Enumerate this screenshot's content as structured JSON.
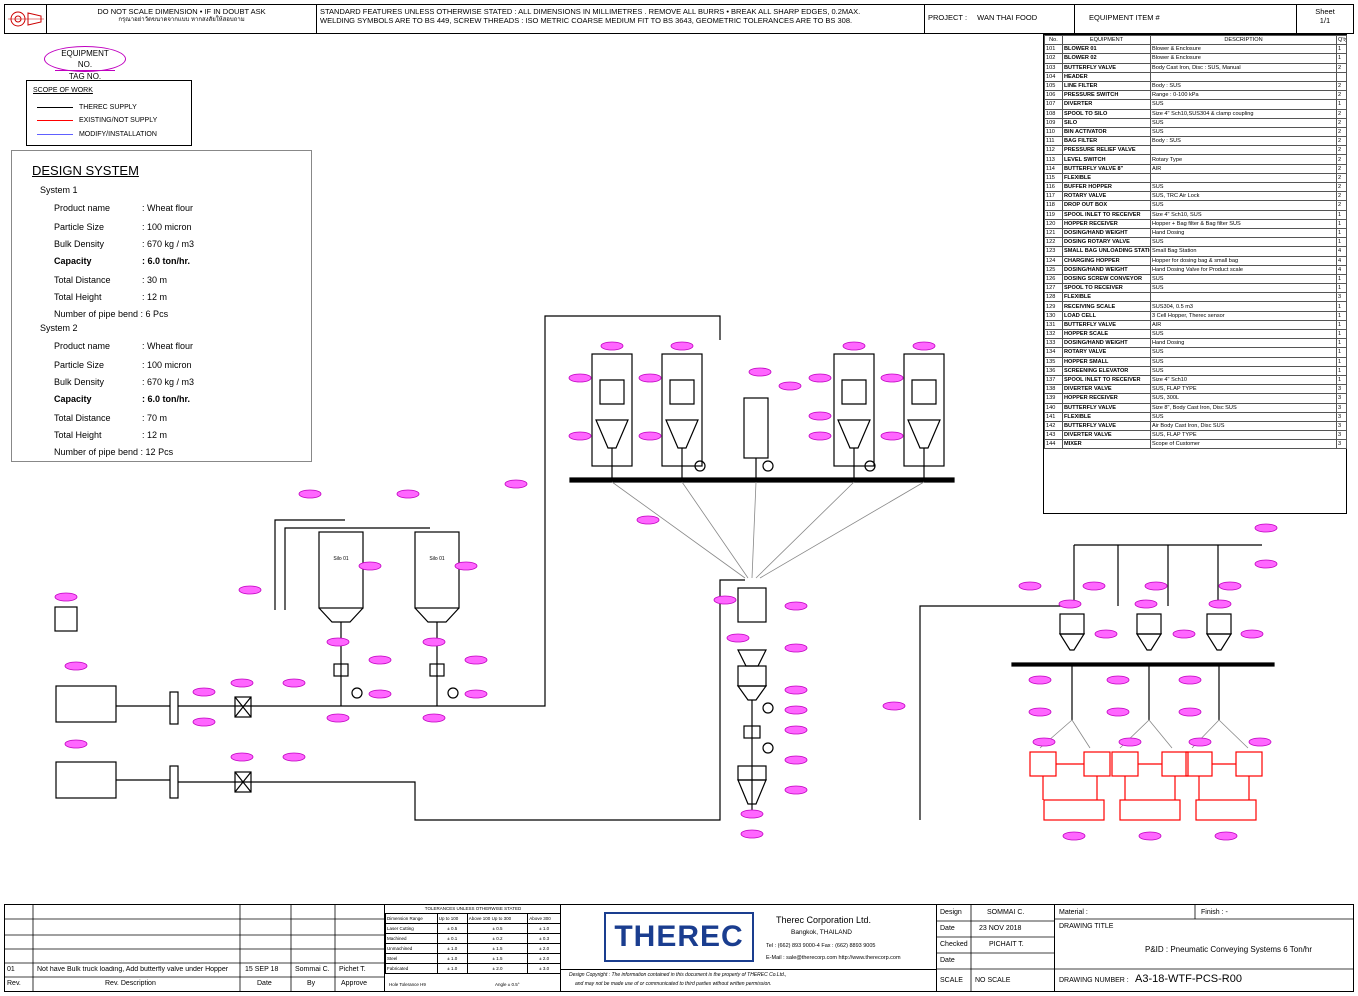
{
  "header": {
    "note1": "DO NOT SCALE DIMENSION • IF IN DOUBT ASK",
    "note1_th": "กรุณาอย่าวัดขนาดจากแบบ หากสงสัยให้สอบถาม",
    "standard_features": "STANDARD FEATURES UNLESS OTHERWISE STATED : ALL DIMENSIONS IN MILLIMETRES . REMOVE ALL BURRS • BREAK ALL SHARP EDGES, 0.2MAX.",
    "welding": "WELDING SYMBOLS ARE TO BS 449, SCREW THREADS : ISO METRIC COARSE MEDIUM FIT TO BS 3643, GEOMETRIC TOLERANCES ARE TO BS 308.",
    "project_label": "PROJECT :",
    "project_value": "WAN THAI FOOD",
    "equipment_label": "EQUIPMENT ITEM #",
    "sheet_label": "Sheet",
    "sheet_value": "1/1"
  },
  "legend_tag": {
    "line1": "EQUIPMENT NO.",
    "line2": "TAG NO."
  },
  "scope": {
    "title": "SCOPE OF WORK",
    "items": [
      {
        "label": "THEREC SUPPLY",
        "color": "#000000"
      },
      {
        "label": "EXISTING/NOT  SUPPLY",
        "color": "#ff0000"
      },
      {
        "label": "MODIFY/INSTALLATION",
        "color": "#6060ff"
      }
    ]
  },
  "design": {
    "title": "DESIGN SYSTEM",
    "system1": {
      "heading": "System 1",
      "rows": [
        {
          "k": "Product name",
          "v": ":   Wheat flour",
          "bold": false
        },
        {
          "k": "Particle Size",
          "v": ":   100 micron",
          "bold": false
        },
        {
          "k": "Bulk Density",
          "v": ":   670 kg / m3",
          "bold": false
        },
        {
          "k": "Capacity",
          "v": ":  6.0  ton/hr.",
          "bold": true
        },
        {
          "k": "Total Distance",
          "v": ":  30  m",
          "bold": false
        },
        {
          "k": "Total Height",
          "v": ":  12  m",
          "bold": false
        },
        {
          "k": "Number of pipe bend :  6  Pcs",
          "v": "",
          "bold": false
        }
      ]
    },
    "system2": {
      "heading": "System 2",
      "rows": [
        {
          "k": "Product name",
          "v": ":   Wheat flour",
          "bold": false
        },
        {
          "k": "Particle Size",
          "v": ":   100 micron",
          "bold": false
        },
        {
          "k": "Bulk Density",
          "v": ":   670 kg / m3",
          "bold": false
        },
        {
          "k": "Capacity",
          "v": ":  6.0  ton/hr.",
          "bold": true
        },
        {
          "k": "Total Distance",
          "v": ":  70 m",
          "bold": false
        },
        {
          "k": "Total Height",
          "v": ":   12  m",
          "bold": false
        },
        {
          "k": "Number of pipe bend :  12  Pcs",
          "v": "",
          "bold": false
        }
      ]
    }
  },
  "equipment_table": {
    "headers": [
      "No.",
      "EQUIPMENT",
      "DESCRIPTION",
      "Q'ty"
    ],
    "rows": [
      [
        "101",
        "BLOWER 01",
        "Blower & Enclosure",
        "1"
      ],
      [
        "102",
        "BLOWER 02",
        "Blower & Enclosure",
        "1"
      ],
      [
        "103",
        "BUTTERFLY VALVE",
        "Body Cast Iron, Disc : SUS, Manual",
        "2"
      ],
      [
        "104",
        "HEADER",
        "",
        ""
      ],
      [
        "105",
        "LINE FILTER",
        "Body : SUS",
        "2"
      ],
      [
        "106",
        "PRESSURE SWITCH",
        "Range : 0-100 kPa",
        "2"
      ],
      [
        "107",
        "DIVERTER",
        "SUS",
        "1"
      ],
      [
        "108",
        "SPOOL TO SILO",
        "Size 4\" Sch10,SUS304 & clamp coupling",
        "2"
      ],
      [
        "109",
        "SILO",
        "SUS",
        "2"
      ],
      [
        "110",
        "BIN ACTIVATOR",
        "SUS",
        "2"
      ],
      [
        "111",
        "BAG FILTER",
        "Body : SUS",
        "2"
      ],
      [
        "112",
        "PRESSURE RELIEF VALVE",
        "",
        "2"
      ],
      [
        "113",
        "LEVEL SWITCH",
        "Rotary Type",
        "2"
      ],
      [
        "114",
        "BUTTERFLY VALVE 8\"",
        "AIR",
        "2"
      ],
      [
        "115",
        "FLEXIBLE",
        "",
        "2"
      ],
      [
        "116",
        "BUFFER HOPPER",
        "SUS",
        "2"
      ],
      [
        "117",
        "ROTARY VALVE",
        "SUS, TRC Air Lock",
        "2"
      ],
      [
        "118",
        "DROP OUT BOX",
        "SUS",
        "2"
      ],
      [
        "119",
        "SPOOL INLET TO RECEIVER",
        "Size 4\" Sch10, SUS",
        "1"
      ],
      [
        "120",
        "HOPPER RECEIVER",
        "Hopper + Bag filter & Bag filter SUS",
        "1"
      ],
      [
        "121",
        "DOSING/HAND WEIGHT",
        "Hand Dosing",
        "1"
      ],
      [
        "122",
        "DOSING ROTARY VALVE",
        "SUS",
        "1"
      ],
      [
        "123",
        "SMALL BAG UNLOADING STATION",
        "Small Bag Station",
        "4"
      ],
      [
        "124",
        "CHARGING HOPPER",
        "Hopper for dosing bag & small bag",
        "4"
      ],
      [
        "125",
        "DOSING/HAND WEIGHT",
        "Hand Dosing Valve for Product scale",
        "4"
      ],
      [
        "126",
        "DOSING SCREW CONVEYOR",
        "SUS",
        "1"
      ],
      [
        "127",
        "SPOOL TO RECEIVER",
        "SUS",
        "1"
      ],
      [
        "128",
        "FLEXIBLE",
        "",
        "3"
      ],
      [
        "129",
        "RECEIVING SCALE",
        "SUS304, 0.5 m3",
        "1"
      ],
      [
        "130",
        "LOAD CELL",
        "3 Cell Hopper, Therec sensor",
        "1"
      ],
      [
        "131",
        "BUTTERFLY VALVE",
        "AIR",
        "1"
      ],
      [
        "132",
        "HOPPER SCALE",
        "SUS",
        "1"
      ],
      [
        "133",
        "DOSING/HAND WEIGHT",
        "Hand Dosing",
        "1"
      ],
      [
        "134",
        "ROTARY VALVE",
        "SUS",
        "1"
      ],
      [
        "135",
        "HOPPER SMALL",
        "SUS",
        "1"
      ],
      [
        "136",
        "SCREENING ELEVATOR",
        "SUS",
        "1"
      ],
      [
        "137",
        "SPOOL INLET TO RECEIVER",
        "Size 4\" Sch10",
        "1"
      ],
      [
        "138",
        "DIVERTER VALVE",
        "SUS, FLAP TYPE",
        "3"
      ],
      [
        "139",
        "HOPPER RECEIVER",
        "SUS, 300L",
        "3"
      ],
      [
        "140",
        "BUTTERFLY VALVE",
        "Size 8\", Body Cast Iron, Disc SUS",
        "3"
      ],
      [
        "141",
        "FLEXIBLE",
        "SUS",
        "3"
      ],
      [
        "142",
        "BUTTERFLY VALVE",
        "Air Body Cast Iron, Disc SUS",
        "3"
      ],
      [
        "143",
        "DIVERTER VALVE",
        "SUS, FLAP TYPE",
        "3"
      ],
      [
        "144",
        "MIXER",
        "Scope of Customer",
        "3"
      ]
    ]
  },
  "silos": {
    "label1": "Silo 01",
    "label2": "Silo 01"
  },
  "title_block": {
    "revisions": [
      {
        "rev": "01",
        "desc": "Not have Bulk truck loading, Add butterfly valve under Hopper",
        "date": "15 SEP 18",
        "by": "Sommai C.",
        "approve": "Pichet T."
      }
    ],
    "rev_headers": [
      "Rev.",
      "Rev. Description",
      "Date",
      "By",
      "Approve"
    ],
    "tolerances_title": "TOLERANCES UNLESS OTHERWISE STATED",
    "tol_headers": [
      "Dimension Range",
      "Up to 100",
      "Above 100 Up to 300",
      "Above 300"
    ],
    "tol_rows": [
      [
        "Laser Cutting",
        "± 0.5",
        "± 0.5",
        "± 1.0"
      ],
      [
        "Machined",
        "± 0.1",
        "± 0.2",
        "± 0.3"
      ],
      [
        "Unmachined",
        "± 1.0",
        "± 1.5",
        "± 2.0"
      ],
      [
        "Steel",
        "± 1.0",
        "± 1.5",
        "± 2.0"
      ],
      [
        "Fabricated",
        "± 1.0",
        "± 2.0",
        "± 3.0"
      ]
    ],
    "hole_tolerance": "Hole Tolerance H9",
    "angle": "Angle ± 0.5°",
    "logo": "THEREC",
    "company": "Therec Corporation Ltd.",
    "city": "Bangkok, THAILAND",
    "tel": "Tel : (662) 893 9000-4     Fax : (662) 8893 9005",
    "email": "E-Mail : sale@therecorp.com   http://www.therecorp.com",
    "copyright1": "Design Copyright : The information contained in this document is the property of THEREC Co.Ltd.,",
    "copyright2": "and may not be made use of or communicated to third parties without written permission.",
    "design_label": "Design",
    "design_value": "SOMMAI C.",
    "date_label": "Date",
    "date_value": "23 NOV 2018",
    "checked_label": "Checked",
    "checked_value": "PICHAIT T.",
    "date2_label": "Date",
    "scale_label": "SCALE",
    "scale_value": "NO SCALE",
    "material_label": "Material :",
    "finish_label": "Finish : -",
    "drawing_title_label": "DRAWING TITLE",
    "drawing_title": "P&ID : Pneumatic Conveying Systems 6 Ton/hr",
    "drawing_number_label": "DRAWING NUMBER :",
    "drawing_number": "A3-18-WTF-PCS-R00"
  },
  "colors": {
    "tag": "#e000e0",
    "tag_fill": "#ff66ff",
    "existing": "#ff0000",
    "logo": "#1a3d8f"
  }
}
